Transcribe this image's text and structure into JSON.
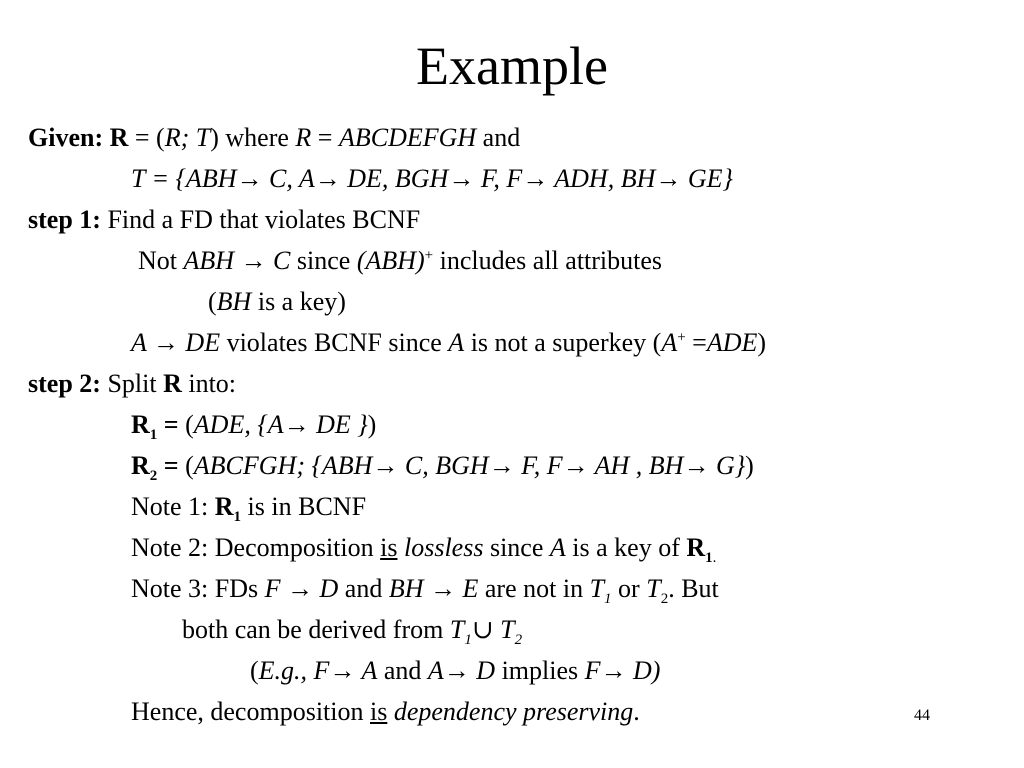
{
  "title": "Example",
  "slide_number": "44",
  "lines": [
    [
      {
        "t": "Given:  R",
        "b": true
      },
      {
        "t": " = ("
      },
      {
        "t": "R; T",
        "i": true
      },
      {
        "t": ") where "
      },
      {
        "t": "R",
        "i": true
      },
      {
        "t": " = "
      },
      {
        "t": "ABCDEFGH",
        "i": true
      },
      {
        "t": "  and"
      }
    ],
    [
      {
        "t": "T = {ABH→ C, A→ DE, BGH→ F, F→ ADH, BH→  GE}",
        "i": true
      }
    ],
    [
      {
        "t": "step 1:",
        "b": true
      },
      {
        "t": "  Find a FD that violates BCNF"
      }
    ],
    [
      {
        "t": "Not "
      },
      {
        "t": "ABH  →  C",
        "i": true
      },
      {
        "t": "  since "
      },
      {
        "t": "(ABH)",
        "i": true
      },
      {
        "t": "+",
        "sup": true
      },
      {
        "t": "  includes all attributes"
      }
    ],
    [
      {
        "t": "("
      },
      {
        "t": "BH",
        "i": true
      },
      {
        "t": " is a key)"
      }
    ],
    [
      {
        "t": "A  →  DE",
        "i": true
      },
      {
        "t": " violates BCNF since "
      },
      {
        "t": "A",
        "i": true
      },
      {
        "t": " is not a superkey  ("
      },
      {
        "t": "A",
        "i": true
      },
      {
        "t": "+",
        "sup": true
      },
      {
        "t": " ="
      },
      {
        "t": "ADE",
        "i": true
      },
      {
        "t": ")"
      }
    ],
    [
      {
        "t": "step 2:",
        "b": true
      },
      {
        "t": "  Split "
      },
      {
        "t": "R",
        "b": true
      },
      {
        "t": " into:"
      }
    ],
    [
      {
        "t": "R",
        "b": true
      },
      {
        "t": "1",
        "b": true,
        "sub": true
      },
      {
        "t": " =",
        "b": true
      },
      {
        "t": " ("
      },
      {
        "t": "ADE, {A→  DE }",
        "i": true
      },
      {
        "t": ")"
      }
    ],
    [
      {
        "t": "R",
        "b": true
      },
      {
        "t": "2",
        "b": true,
        "sub": true
      },
      {
        "t": " =",
        "b": true
      },
      {
        "t": " ("
      },
      {
        "t": "ABCFGH; {ABH→  C, BGH→  F, F→  AH , BH→  G}",
        "i": true
      },
      {
        "t": ")"
      }
    ],
    [
      {
        "t": "Note 1:  "
      },
      {
        "t": "R",
        "b": true
      },
      {
        "t": "1",
        "b": true,
        "sub": true
      },
      {
        "t": " is in BCNF"
      }
    ],
    [
      {
        "t": "Note 2:  Decomposition "
      },
      {
        "t": "is",
        "u": true
      },
      {
        "t": "  "
      },
      {
        "t": "lossless",
        "i": true
      },
      {
        "t": "  since "
      },
      {
        "t": "A",
        "i": true
      },
      {
        "t": " is a key of "
      },
      {
        "t": "R",
        "b": true
      },
      {
        "t": "1",
        "b": true,
        "sub": true
      },
      {
        "t": ".",
        "sub": true
      }
    ],
    [
      {
        "t": "Note 3:  FDs "
      },
      {
        "t": "F  →  D",
        "i": true
      },
      {
        "t": " and "
      },
      {
        "t": "BH  →  E",
        "i": true
      },
      {
        "t": " are not in "
      },
      {
        "t": "T",
        "i": true
      },
      {
        "t": "1",
        "i": true,
        "sub": true
      },
      {
        "t": " or "
      },
      {
        "t": "T",
        "i": true
      },
      {
        "t": "2",
        "sub": true
      },
      {
        "t": ". But"
      }
    ],
    [
      {
        "t": "both can be derived from "
      },
      {
        "t": "T",
        "i": true
      },
      {
        "t": "1",
        "i": true,
        "sub": true
      },
      {
        "t": "∪ "
      },
      {
        "t": "T",
        "i": true
      },
      {
        "t": "2",
        "i": true,
        "sub": true
      }
    ],
    [
      {
        "t": "("
      },
      {
        "t": "E.g., F→  A",
        "i": true
      },
      {
        "t": "  and "
      },
      {
        "t": "A→  D",
        "i": true
      },
      {
        "t": " implies "
      },
      {
        "t": "F→  D)",
        "i": true
      }
    ],
    [
      {
        "t": "Hence, decomposition "
      },
      {
        "t": "is",
        "u": true
      },
      {
        "t": " "
      },
      {
        "t": "dependency preserving",
        "i": true
      },
      {
        "t": "."
      }
    ]
  ]
}
